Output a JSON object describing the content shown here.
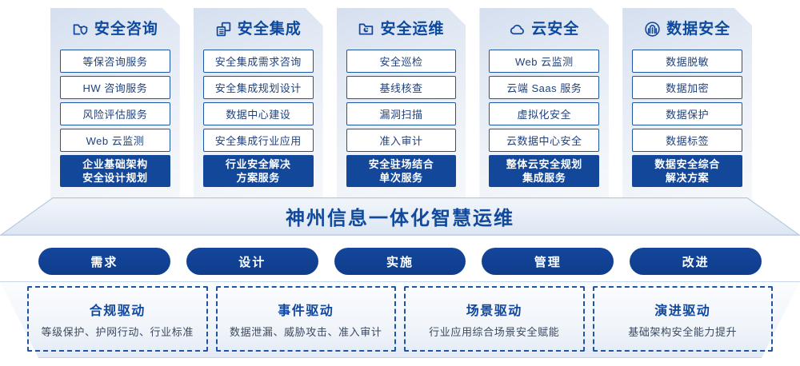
{
  "columns": [
    {
      "icon": "folder-shield-icon",
      "title": "安全咨询",
      "items": [
        "等保咨询服务",
        "HW 咨询服务",
        "风险评估服务",
        "Web 云监测"
      ],
      "highlight": [
        "企业基础架构",
        "安全设计规划"
      ]
    },
    {
      "icon": "stacked-documents-icon",
      "title": "安全集成",
      "items": [
        "安全集成需求咨询",
        "安全集成规划设计",
        "数据中心建设",
        "安全集成行业应用"
      ],
      "highlight": [
        "行业安全解决",
        "方案服务"
      ]
    },
    {
      "icon": "folder-chart-icon",
      "title": "安全运维",
      "items": [
        "安全巡检",
        "基线核查",
        "漏洞扫描",
        "准入审计"
      ],
      "highlight": [
        "安全驻场结合",
        "单次服务"
      ]
    },
    {
      "icon": "cloud-icon",
      "title": "云安全",
      "items": [
        "Web 云监测",
        "云端 Saas 服务",
        "虚拟化安全",
        "云数据中心安全"
      ],
      "highlight": [
        "整体云安全规划",
        "集成服务"
      ]
    },
    {
      "icon": "fingerprint-icon",
      "title": "数据安全",
      "items": [
        "数据脱敏",
        "数据加密",
        "数据保护",
        "数据标签"
      ],
      "highlight": [
        "数据安全综合",
        "解决方案"
      ]
    }
  ],
  "banner": {
    "text": "神州信息一体化智慧运维"
  },
  "pills": [
    "需求",
    "设计",
    "实施",
    "管理",
    "改进"
  ],
  "drivers": [
    {
      "title": "合规驱动",
      "desc": "等级保护、护网行动、行业标准"
    },
    {
      "title": "事件驱动",
      "desc": "数据泄漏、威胁攻击、准入审计"
    },
    {
      "title": "场景驱动",
      "desc": "行业应用综合场景安全赋能"
    },
    {
      "title": "演进驱动",
      "desc": "基础架构安全能力提升"
    }
  ],
  "colors": {
    "primary_blue": "#13479a",
    "title_blue": "#0d4a9e",
    "border_blue": "#1f55a5",
    "panel_bg": "#e2e9f4"
  }
}
